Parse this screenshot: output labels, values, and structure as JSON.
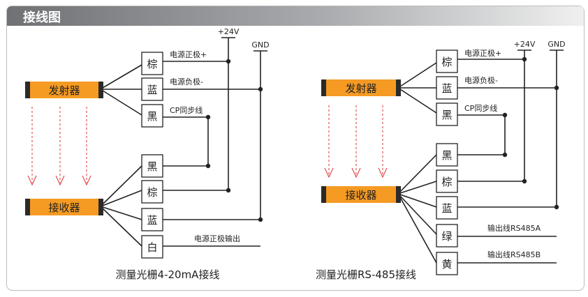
{
  "header": {
    "title": "接线图"
  },
  "left": {
    "emitter_label": "发射器",
    "receiver_label": "接收器",
    "emitter_wires": [
      "棕",
      "蓝",
      "黑"
    ],
    "receiver_wires": [
      "黑",
      "棕",
      "蓝",
      "白"
    ],
    "wire_notes": [
      "电源正极+",
      "电源负极-",
      "CP同步线"
    ],
    "output_note": "电源正极输出",
    "v24": "+24V",
    "gnd": "GND",
    "caption": "测量光栅4-20mA接线"
  },
  "right": {
    "emitter_label": "发射器",
    "receiver_label": "接收器",
    "emitter_wires": [
      "棕",
      "蓝",
      "黑"
    ],
    "receiver_wires": [
      "黑",
      "棕",
      "蓝",
      "绿",
      "黄"
    ],
    "wire_notes": [
      "电源正极+",
      "电源负极-",
      "CP同步线"
    ],
    "rs485a_note": "输出线RS485A",
    "rs485b_note": "输出线RS485B",
    "v24": "+24V",
    "gnd": "GND",
    "caption": "测量光栅RS-485接线"
  },
  "colors": {
    "header_bg": "#7b7d80",
    "device_orange": "#f59a23",
    "device_cap": "#2a2a2a",
    "beam_red": "#e03030",
    "frame_border": "#b8b8b8"
  }
}
